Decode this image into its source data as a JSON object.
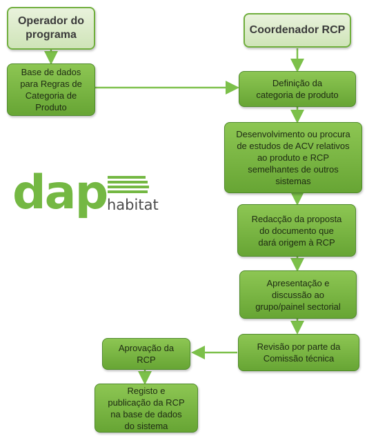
{
  "headers": {
    "operator": "Operador do\nprograma",
    "coordinator": "Coordenador RCP"
  },
  "steps": {
    "database": "Base de dados\npara Regras de\nCategoria de\nProduto",
    "definition": "Definição da\ncategoria de produto",
    "development": "Desenvolvimento ou procura\nde estudos de ACV relativos\nao produto e RCP\nsemelhantes de outros\nsistemas",
    "draft": "Redacção da proposta\ndo documento que\ndará origem à RCP",
    "presentation": "Apresentação e\ndiscussão ao\ngrupo/painel sectorial",
    "review": "Revisão por parte da\nComissão técnica",
    "approval": "Aprovação da\nRCP",
    "publication": "Registo e\npublicação da RCP\nna base de dados\ndo sistema"
  },
  "logo": {
    "word": "dap",
    "sub": "habitat"
  },
  "colors": {
    "step_fill": "#7ab847",
    "header_fill": "#d9eac5",
    "arrow": "#7cc04a",
    "logo_green": "#74b843"
  }
}
